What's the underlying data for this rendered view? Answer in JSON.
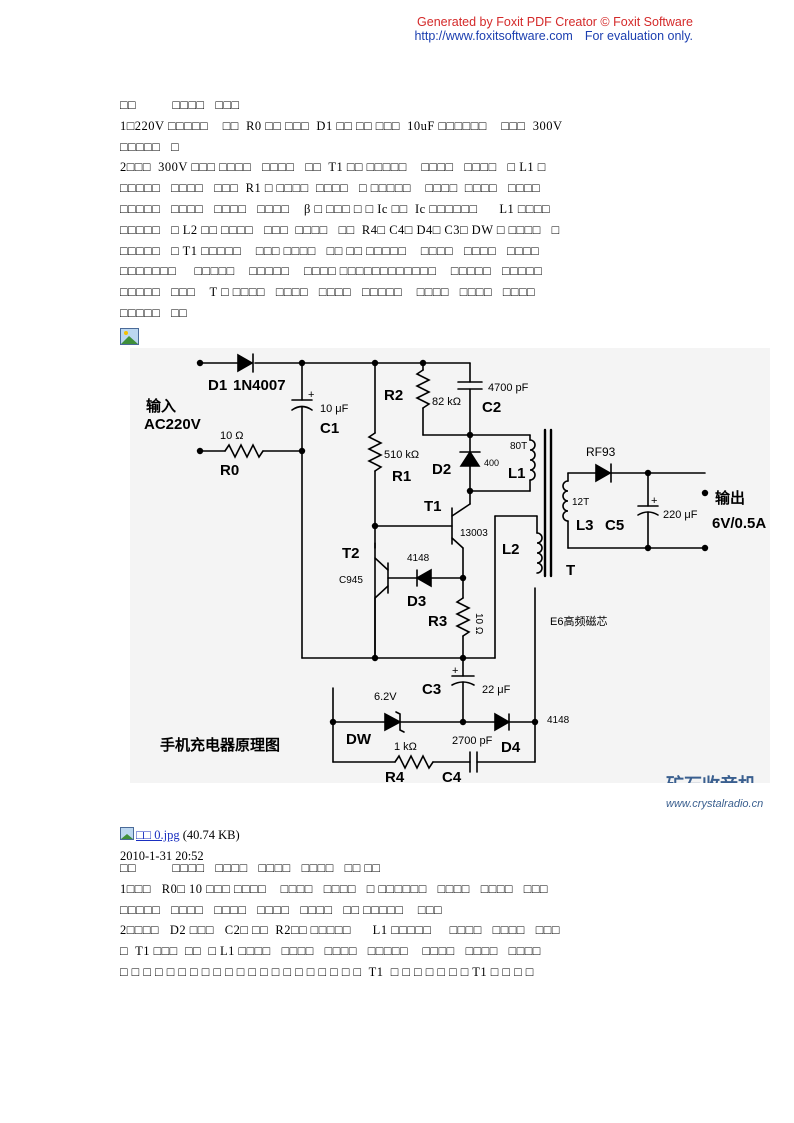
{
  "watermark": {
    "line1": "Generated by Foxit PDF Creator © Foxit Software",
    "url": "http://www.foxitsoftware.com",
    "note": "For evaluation only."
  },
  "section1": {
    "lines": [
      "□□          □□□□   □□□",
      "1□220V □□□□□    □□  R0 □□ □□□  D1 □□ □□ □□□  10uF □□□□□□    □□□  300V",
      "□□□□□   □",
      "2□□□  300V □□□ □□□□   □□□□   □□  T1 □□ □□□□□    □□□□   □□□□   □ L1 □",
      "□□□□□   □□□□   □□□  R1 □ □□□□  □□□□   □ □□□□□    □□□□  □□□□   □□□□",
      "□□□□□   □□□□   □□□□   □□□□    β □ □□□ □ □ Ic □□  Ic □□□□□□      L1 □□□□",
      "□□□□□   □ L2 □□ □□□□   □□□  □□□□   □□  R4□ C4□ D4□ C3□ DW □ □□□□   □",
      "□□□□□   □ T1 □□□□□    □□□ □□□□   □□ □□ □□□□□    □□□□   □□□□   □□□□",
      "□□□□□□□     □□□□□    □□□□□    □□□□ □□□□□□□□□□□□    □□□□□   □□□□□",
      "□□□□□   □□□    T □ □□□□   □□□□   □□□□   □□□□□    □□□□   □□□□   □□□□",
      "□□□□□   □□"
    ]
  },
  "schematic": {
    "labels": {
      "d1": "D1",
      "d1_part": "1N4007",
      "input": "输入",
      "input_voltage": "AC220V",
      "r0_value": "10 Ω",
      "r0": "R0",
      "c1_value": "10 μF",
      "c1": "C1",
      "r2": "R2",
      "r2_value": "82 kΩ",
      "c2_value": "4700 pF",
      "c2": "C2",
      "l1_turns": "80T",
      "l1": "L1",
      "r1_value": "510 kΩ",
      "r1": "R1",
      "d2": "D2",
      "d2_part": "400",
      "t1": "T1",
      "t1_part": "13003",
      "rf93": "RF93",
      "l3_turns": "12T",
      "l3": "L3",
      "c5": "C5",
      "c5_value": "220 μF",
      "output": "输出",
      "output_rating": "6V/0.5A",
      "t2": "T2",
      "t2_part": "C945",
      "d3_part": "4148",
      "d3": "D3",
      "l2": "L2",
      "transformer": "T",
      "r3": "R3",
      "r3_value": "10 Ω",
      "core": "E6高频磁芯",
      "c3": "C3",
      "c3_value": "22 μF",
      "dw_value": "6.2V",
      "dw": "DW",
      "d4_part": "4148",
      "d4": "D4",
      "c4_value": "2700 pF",
      "r4_value": "1 kΩ",
      "r4": "R4",
      "c4": "C4",
      "title": "手机充电器原理图",
      "site_logo": "矿石收音机",
      "site_url": "www.crystalradio.cn"
    }
  },
  "attachment": {
    "link_text": "□□  0.jpg",
    "size": "(40.74 KB)"
  },
  "post_date": "2010-1-31 20:52",
  "section2": {
    "lines": [
      "□□          □□□□   □□□□   □□□□   □□□□   □□ □□",
      "1□□□   R0□ 10 □□□ □□□□    □□□□   □□□□   □ □□□□□□   □□□□   □□□□   □□□",
      "□□□□□   □□□□   □□□□   □□□□   □□□□   □□ □□□□□    □□□",
      "2□□□□   D2 □□□   C2□ □□  R2□□ □□□□□      L1 □□□□□     □□□□   □□□□   □□□",
      "□  T1 □□□  □□  □ L1 □□□□   □□□□   □□□□   □□□□□    □□□□   □□□□   □□□□",
      "□ □ □ □ □ □ □ □ □ □ □ □ □ □ □ □ □ □ □ □ □  T1  □ □ □ □ □ □ □ T1 □ □ □ □"
    ]
  }
}
